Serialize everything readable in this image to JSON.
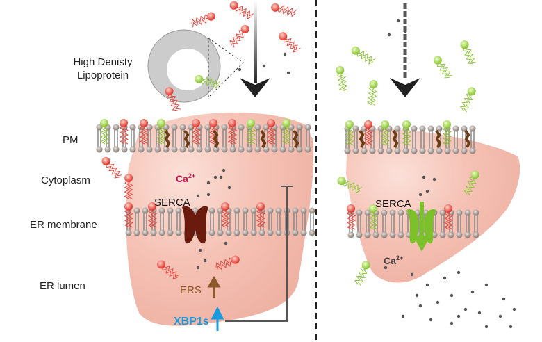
{
  "labels": {
    "hdl_line1": "High Denisty",
    "hdl_line2": "Lipoprotein",
    "pm": "PM",
    "cytoplasm": "Cytoplasm",
    "er_membrane": "ER membrane",
    "er_lumen": "ER lumen"
  },
  "left_panel": {
    "ca": "Ca",
    "ca_sup": "2+",
    "serca": "SERCA",
    "ers": "ERS",
    "xbp1s": "XBP1s"
  },
  "right_panel": {
    "ca": "Ca",
    "ca_sup": "2+",
    "serca": "SERCA"
  },
  "colors": {
    "liver": "#f4c0b3",
    "serca_left": "#6b1a0e",
    "serca_right": "#7cc12a",
    "ca_left": "#c8174e",
    "ers": "#8b5a2b",
    "xbp1s": "#1a9be0",
    "lipid_red": "#e8453c",
    "lipid_green": "#9ccc3c"
  }
}
